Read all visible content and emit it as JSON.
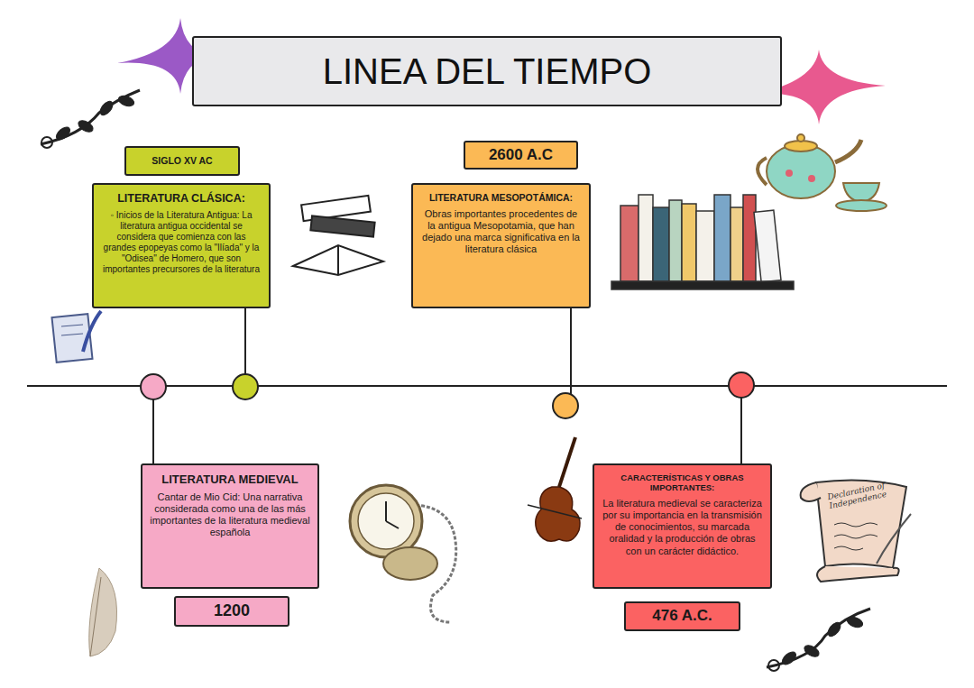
{
  "diagram": {
    "title": "LINEA DEL TIEMPO",
    "nodes": [
      {
        "text": [
          "SIGLO XV AC"
        ]
      },
      {
        "text": [
          "LITERATURA CLÁSICA:",
          "◦ Inicios de la Literatura Antigua: La literatura antigua occidental se considera que comienza con las grandes epopeyas como la \"Ilíada\" y la \"Odisea\" de Homero, que son importantes precursores de la literatura"
        ]
      },
      {
        "text": [
          "2600 A.C"
        ]
      },
      {
        "text": [
          "LITERATURA MESOPOTÁMICA:",
          "Obras importantes procedentes de la antigua Mesopotamia, que han dejado una marca significativa en la literatura clásica"
        ]
      },
      {
        "text": [
          "LITERATURA MEDIEVAL",
          "Cantar de Mio Cid: Una narrativa considerada como una de las más importantes de la literatura medieval española"
        ]
      },
      {
        "text": [
          "1200"
        ]
      },
      {
        "text": [
          "CARACTERÍSTICAS Y OBRAS IMPORTANTES:",
          "La literatura medieval se caracteriza por su importancia en la transmisión de conocimientos, su marcada oralidad y la producción de obras con un carácter didáctico."
        ]
      },
      {
        "text": [
          "476 A.C."
        ]
      }
    ],
    "labels": [
      "Declaration of Independence"
    ]
  }
}
